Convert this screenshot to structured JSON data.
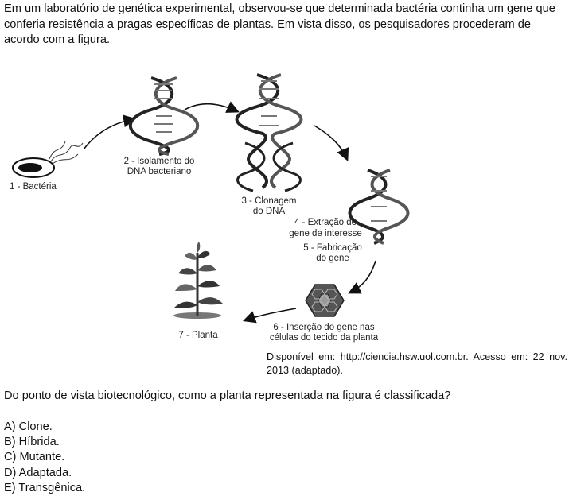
{
  "intro_text": "Em um laboratório de genética experimental, observou-se que determinada bactéria continha um gene que conferia resistência a pragas específicas de plantas. Em vista disso, os pesquisadores procederam de acordo com a figura.",
  "figure": {
    "step1": "1 - Bactéria",
    "step2_line1": "2 - Isolamento do",
    "step2_line2": "DNA bacteriano",
    "step3_line1": "3 - Clonagem",
    "step3_line2": "do DNA",
    "step4_line1": "4 - Extração do",
    "step4_line2": "gene de interesse",
    "step5_line1": "5 - Fabricação",
    "step5_line2": "do gene",
    "step6_line1": "6 - Inserção do gene nas",
    "step6_line2": "células do tecido da planta",
    "step7": "7 - Planta"
  },
  "source": "Disponível em: http://ciencia.hsw.uol.com.br. Acesso em: 22 nov. 2013 (adaptado).",
  "question": "Do ponto de vista biotecnológico, como a planta representada na figura é classificada?",
  "options": [
    "A) Clone.",
    "B) Híbrida.",
    "C) Mutante.",
    "D) Adaptada.",
    "E) Transgênica."
  ]
}
